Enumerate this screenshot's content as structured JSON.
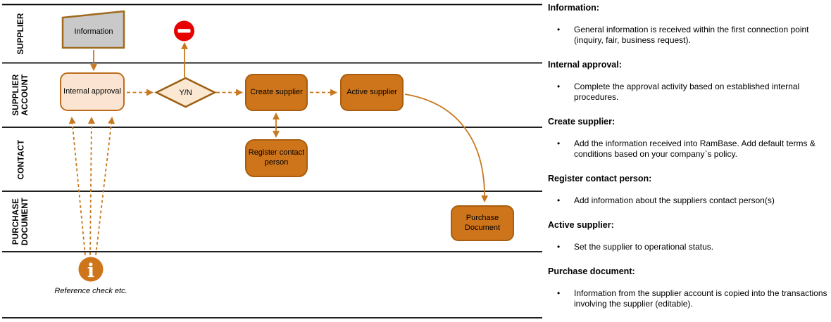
{
  "lanes": [
    {
      "label": "SUPPLIER"
    },
    {
      "label": "SUPPLIER ACCOUNT"
    },
    {
      "label": "CONTACT"
    },
    {
      "label": "PURCHASE DOCUMENT"
    }
  ],
  "nodes": {
    "information": "Information",
    "internal_approval": "Internal approval",
    "decision": "Y/N",
    "create_supplier": "Create supplier",
    "active_supplier": "Active supplier",
    "register_contact": "Register contact person",
    "purchase_document": "Purchase Document",
    "reference_note": "Reference check etc."
  },
  "icons": {
    "info_glyph": "i"
  },
  "colors": {
    "box_fill_dark": "#CE751B",
    "box_border_dark": "#A85D10",
    "box_fill_light": "#FBE5D2",
    "box_border_light": "#BC6D1E",
    "diamond_border": "#9C5E10",
    "gray_fill": "#C9C9C9",
    "gray_border": "#A06A1E",
    "stop_red": "#E60000",
    "arrow_orange": "#C8781E",
    "lane_line": "#000000"
  },
  "panel": {
    "bullet_char": "•",
    "sections": [
      {
        "heading": "Information:",
        "bullets": [
          "General information is received within the first connection point (inquiry, fair, business request)."
        ]
      },
      {
        "heading": "Internal approval:",
        "bullets": [
          "Complete the approval activity based on established internal procedures."
        ]
      },
      {
        "heading": "Create supplier:",
        "bullets": [
          "Add the information received into RamBase. Add default terms & conditions based on your company`s policy."
        ]
      },
      {
        "heading": "Register contact person:",
        "bullets": [
          "Add information about the suppliers contact person(s)"
        ]
      },
      {
        "heading": "Active supplier:",
        "bullets": [
          "Set the supplier to operational status."
        ]
      },
      {
        "heading": "Purchase document:",
        "bullets": [
          "Information from the supplier account is copied into the transactions involving the supplier (editable)."
        ]
      }
    ]
  }
}
